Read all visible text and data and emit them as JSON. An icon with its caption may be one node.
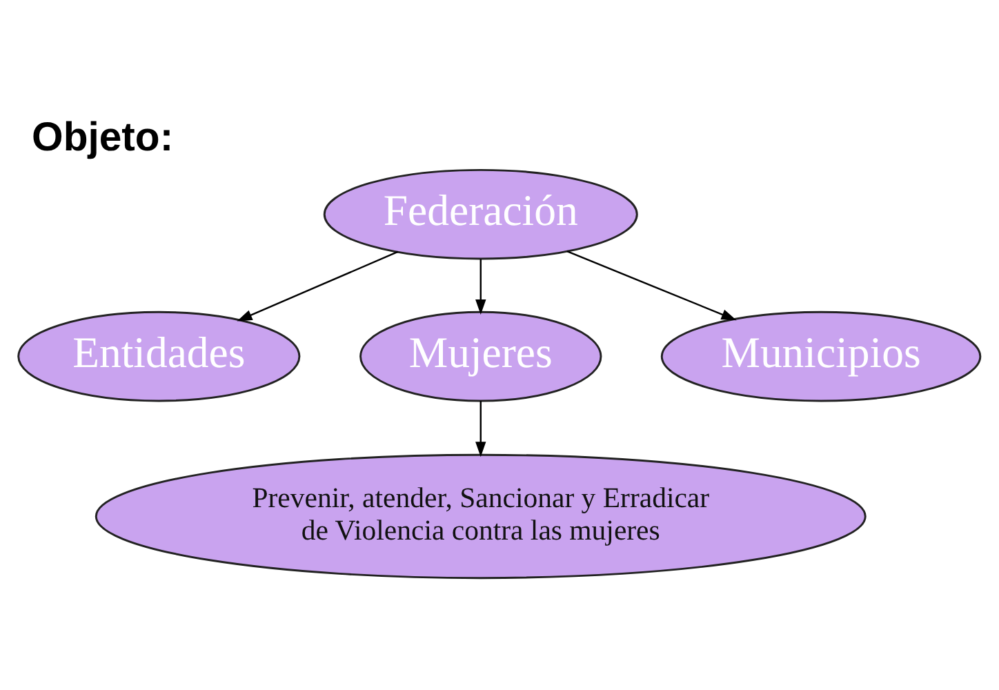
{
  "diagram": {
    "title": "Objeto:",
    "nodes": [
      {
        "text": [
          "Federación"
        ]
      },
      {
        "text": [
          "Entidades"
        ]
      },
      {
        "text": [
          "Mujeres"
        ]
      },
      {
        "text": [
          "Municipios"
        ]
      },
      {
        "text": [
          "Prevenir, atender, Sancionar y Erradicar de Violencia contra las mujeres"
        ]
      }
    ],
    "edges": [
      {
        "from": 0,
        "to": 1,
        "arrow": "to"
      },
      {
        "from": 0,
        "to": 2,
        "arrow": "to"
      },
      {
        "from": 0,
        "to": 3,
        "arrow": "to"
      },
      {
        "from": 2,
        "to": 4,
        "arrow": "to"
      }
    ]
  }
}
